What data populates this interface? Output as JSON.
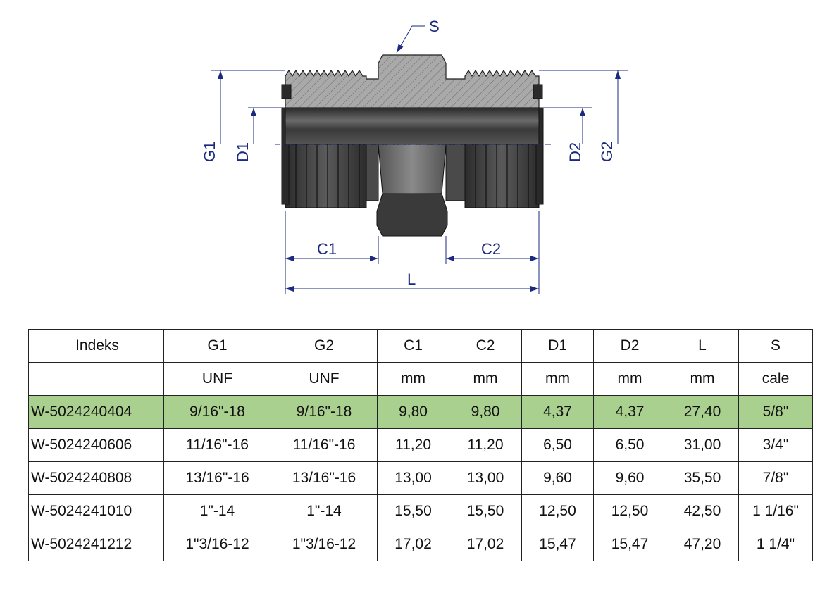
{
  "drawing": {
    "labels": {
      "S": "S",
      "G1": "G1",
      "D1": "D1",
      "D2": "D2",
      "G2": "G2",
      "C1": "C1",
      "C2": "C2",
      "L": "L"
    },
    "dimension_color": "#1b2a80"
  },
  "table": {
    "headers": [
      "Indeks",
      "G1",
      "G2",
      "C1",
      "C2",
      "D1",
      "D2",
      "L",
      "S"
    ],
    "units": [
      "",
      "UNF",
      "UNF",
      "mm",
      "mm",
      "mm",
      "mm",
      "mm",
      "cale"
    ],
    "highlight_color": "#a9d08e",
    "rows": [
      [
        "W-5024240404",
        "9/16\"-18",
        "9/16\"-18",
        "9,80",
        "9,80",
        "4,37",
        "4,37",
        "27,40",
        "5/8\""
      ],
      [
        "W-5024240606",
        "11/16\"-16",
        "11/16\"-16",
        "11,20",
        "11,20",
        "6,50",
        "6,50",
        "31,00",
        "3/4\""
      ],
      [
        "W-5024240808",
        "13/16\"-16",
        "13/16\"-16",
        "13,00",
        "13,00",
        "9,60",
        "9,60",
        "35,50",
        "7/8\""
      ],
      [
        "W-5024241010",
        "1\"-14",
        "1\"-14",
        "15,50",
        "15,50",
        "12,50",
        "12,50",
        "42,50",
        "1 1/16\""
      ],
      [
        "W-5024241212",
        "1\"3/16-12",
        "1\"3/16-12",
        "17,02",
        "17,02",
        "15,47",
        "15,47",
        "47,20",
        "1 1/4\""
      ]
    ]
  }
}
